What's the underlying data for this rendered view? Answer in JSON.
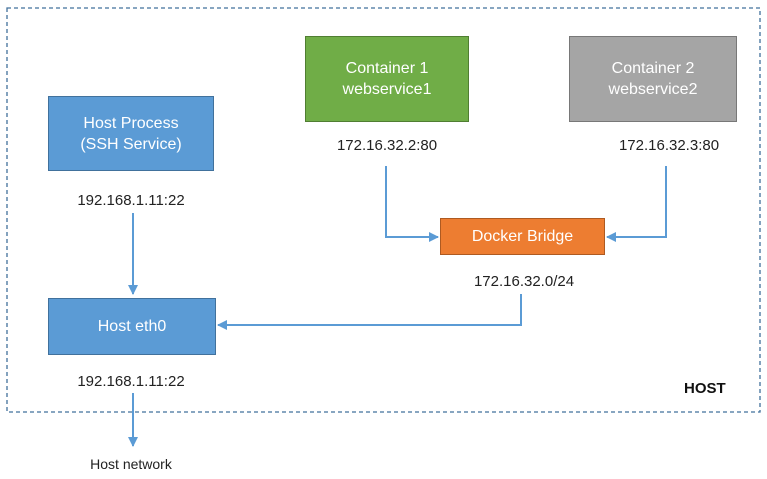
{
  "host": {
    "label": "HOST"
  },
  "host_process": {
    "line1": "Host Process",
    "line2": "(SSH Service)",
    "address": "192.168.1.11:22"
  },
  "container1": {
    "line1": "Container 1",
    "line2": "webservice1",
    "address": "172.16.32.2:80"
  },
  "container2": {
    "line1": "Container 2",
    "line2": "webservice2",
    "address": "172.16.32.3:80"
  },
  "docker_bridge": {
    "label": "Docker Bridge",
    "subnet": "172.16.32.0/24"
  },
  "host_eth0": {
    "label": "Host eth0",
    "address": "192.168.1.11:22"
  },
  "host_network": {
    "label": "Host network"
  },
  "colors": {
    "host_box": "#5b9bd5",
    "container1": "#70ad47",
    "container2": "#a5a5a5",
    "docker_bridge": "#ed7d31",
    "arrows": "#5b9bd5",
    "host_border": "#41719c"
  }
}
